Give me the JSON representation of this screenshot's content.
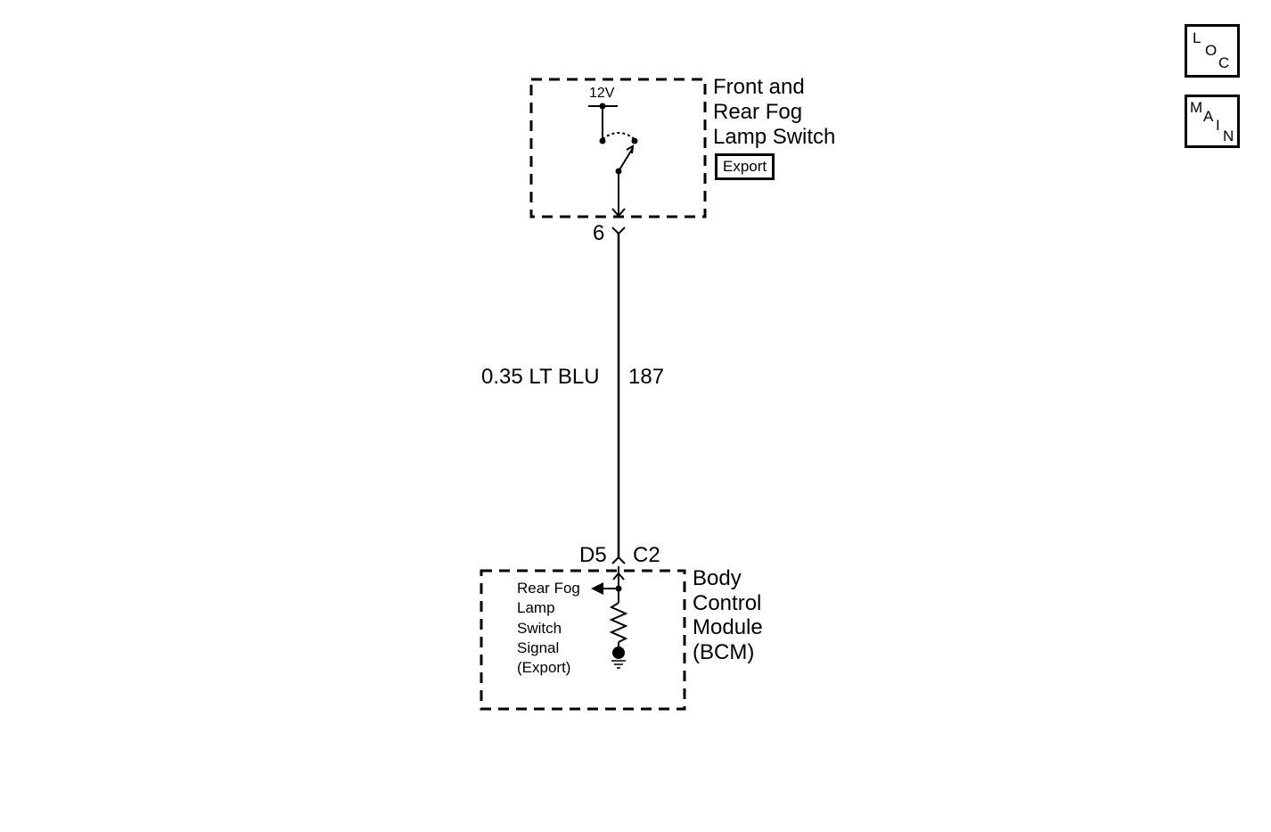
{
  "switch_component": {
    "name_lines": [
      "Front and",
      "Rear Fog",
      "Lamp Switch"
    ],
    "tag": "Export",
    "voltage": "12V",
    "pin": "6"
  },
  "wire": {
    "gauge_color": "0.35 LT BLU",
    "circuit": "187"
  },
  "bcm_component": {
    "name_lines": [
      "Body",
      "Control",
      "Module",
      "(BCM)"
    ],
    "connector": "C2",
    "pin": "D5",
    "signal_lines": [
      "Rear Fog",
      "Lamp",
      "Switch",
      "Signal",
      "(Export)"
    ]
  },
  "nav": {
    "loc_letters": [
      "L",
      "O",
      "C"
    ],
    "main_letters": [
      "M",
      "A",
      "I",
      "N"
    ]
  },
  "colors": {
    "line": "#000000",
    "background": "#ffffff"
  }
}
